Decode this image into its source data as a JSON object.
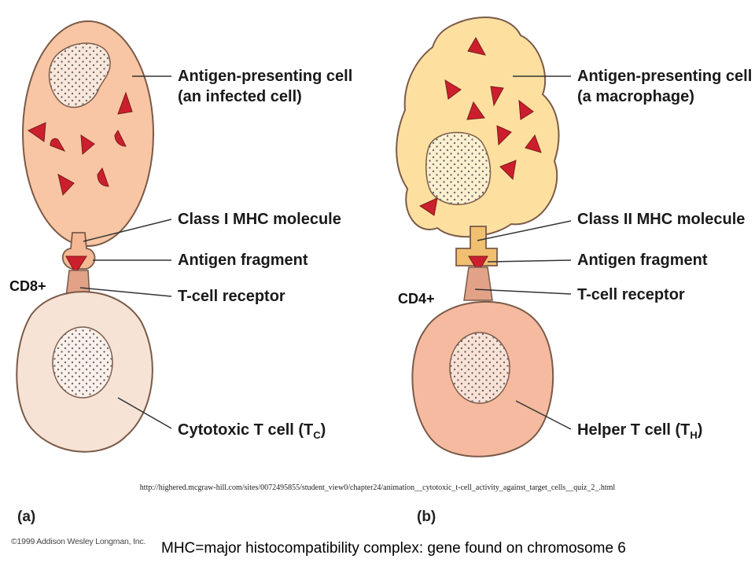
{
  "left_panel": {
    "panel_label": "(a)",
    "cd_label": "CD8+",
    "labels": {
      "apc_line1": "Antigen-presenting cell",
      "apc_line2": "(an infected cell)",
      "mhc": "Class I MHC molecule",
      "antigen": "Antigen fragment",
      "tcr": "T-cell receptor",
      "tcell_main": "Cytotoxic T cell (T",
      "tcell_sub": "C",
      "tcell_close": ")"
    }
  },
  "right_panel": {
    "panel_label": "(b)",
    "cd_label": "CD4+",
    "labels": {
      "apc_line1": "Antigen-presenting cell",
      "apc_line2": "(a macrophage)",
      "mhc": "Class II MHC molecule",
      "antigen": "Antigen fragment",
      "tcr": "T-cell receptor",
      "tcell_main": "Helper T cell (T",
      "tcell_sub": "H",
      "tcell_close": ")"
    }
  },
  "url": "http://highered.mcgraw-hill.com/sites/0072495855/student_view0/chapter24/animation__cytotoxic_t-cell_activity_against_target_cells__quiz_2_.html",
  "copyright": "©1999 Addison Wesley Longman, Inc.",
  "caption": "MHC=major histocompatibility complex: gene found on chromosome 6",
  "colors": {
    "infected_cell": "#f8c6a4",
    "macrophage": "#fde0a0",
    "cytotoxic_t": "#f7e3d5",
    "helper_t": "#f5baa0",
    "antigen": "#cc1f2e",
    "mhc_class1": "#f4b994",
    "mhc_class2": "#f0c070",
    "tcr": "#e2a288"
  }
}
